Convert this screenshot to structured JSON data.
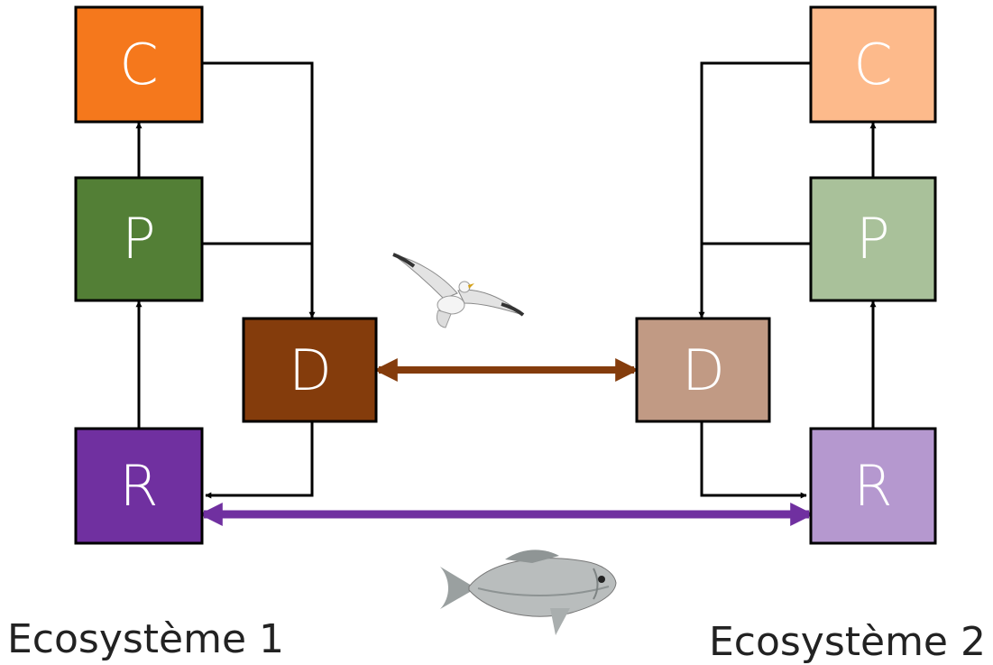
{
  "ecosystem_1": {
    "label": "Ecosystème 1",
    "boxes": {
      "consumer": {
        "letter": "C",
        "color": "#F5781C"
      },
      "producer": {
        "letter": "P",
        "color": "#537F36"
      },
      "decomposer": {
        "letter": "D",
        "color": "#843C0C"
      },
      "resource": {
        "letter": "R",
        "color": "#7030A0"
      }
    }
  },
  "ecosystem_2": {
    "label": "Ecosystème 2",
    "boxes": {
      "consumer": {
        "letter": "C",
        "color": "#FDBA8B"
      },
      "producer": {
        "letter": "P",
        "color": "#A9C19A"
      },
      "decomposer": {
        "letter": "D",
        "color": "#C19A84"
      },
      "resource": {
        "letter": "R",
        "color": "#B598CF"
      }
    }
  },
  "links": {
    "decomposer_exchange_color": "#843C0C",
    "resource_exchange_color": "#7030A0",
    "flow_color": "#000000"
  },
  "icons": {
    "decomposer_vector": "seagull-icon",
    "resource_vector": "fish-icon"
  }
}
